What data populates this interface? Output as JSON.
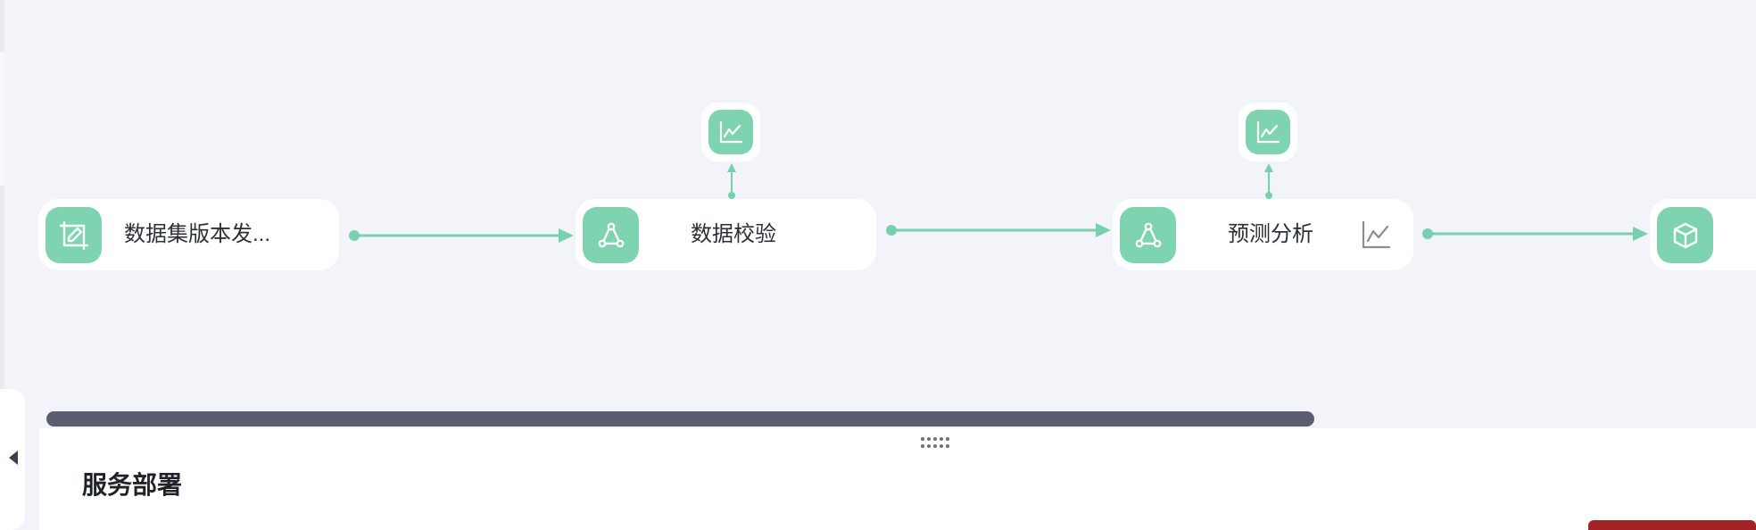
{
  "pipeline": {
    "nodes": [
      {
        "label": "数据集版本发...",
        "icon": "dataset-edit-icon"
      },
      {
        "label": "数据校验",
        "icon": "triangle-nodes-icon"
      },
      {
        "label": "预测分析",
        "icon": "triangle-nodes-icon",
        "action_icon": "line-chart-icon"
      },
      {
        "label": "",
        "icon": "cube-icon"
      }
    ],
    "metric_nodes": [
      {
        "icon": "line-chart-icon"
      },
      {
        "icon": "line-chart-icon"
      }
    ]
  },
  "panel": {
    "title": "服务部署"
  },
  "colors": {
    "accent": "#7ed3b0",
    "edge": "#78d0ae",
    "background": "#f2f4f9",
    "scrollbar": "#5b5e6e",
    "danger": "#a42125"
  }
}
